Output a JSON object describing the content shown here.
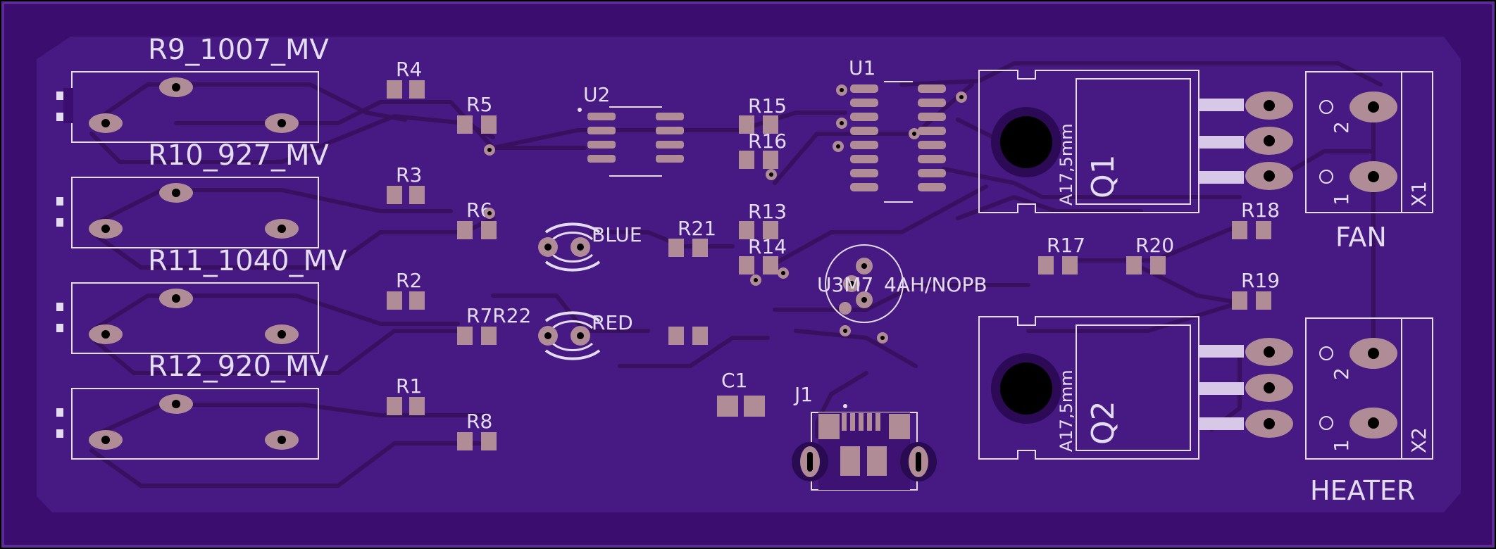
{
  "colors": {
    "background": "#000000",
    "board_outer": "#3a0d6e",
    "board_fill": "#3d1272",
    "board_inner": "#461a82",
    "trace": "#3a0e68",
    "trace_edge": "#552693",
    "pad": "#b08c96",
    "silk": "#e4dcf0",
    "hole": "#000000"
  },
  "pots": [
    {
      "label": "R9_1007_MV"
    },
    {
      "label": "R10_927_MV"
    },
    {
      "label": "R11_1040_MV"
    },
    {
      "label": "R12_920_MV"
    }
  ],
  "resistors": {
    "r4": "R4",
    "r5": "R5",
    "r3": "R3",
    "r6": "R6",
    "r2": "R2",
    "r7_r22": "R7R22",
    "r1": "R1",
    "r8": "R8",
    "r15": "R15",
    "r16": "R16",
    "r13": "R13",
    "r14": "R14",
    "r21": "R21",
    "r17": "R17",
    "r20": "R20",
    "r18": "R18",
    "r19": "R19"
  },
  "ics": {
    "u1": "U1",
    "u2": "U2",
    "u3_partial": "U3M7",
    "u3_part": "4AH/NOPB"
  },
  "leds": {
    "blue": "BLUE",
    "red": "RED"
  },
  "capacitor": "C1",
  "connector": "J1",
  "transistors": [
    {
      "name": "Q1",
      "package": "A17,5mm"
    },
    {
      "name": "Q2",
      "package": "A17,5mm"
    }
  ],
  "terminals": [
    {
      "name": "X1",
      "pin1": "1",
      "pin2": "2",
      "label": "FAN"
    },
    {
      "name": "X2",
      "pin1": "1",
      "pin2": "2",
      "label": "HEATER"
    }
  ]
}
